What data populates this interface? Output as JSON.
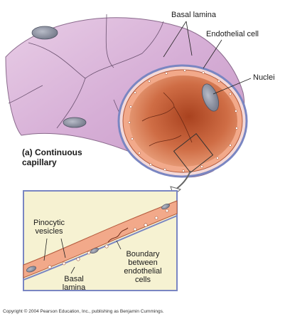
{
  "labels": {
    "basal_lamina_top": "Basal lamina",
    "endothelial_cell": "Endothelial cell",
    "nuclei": "Nuclei",
    "caption_line1": "(a) Continuous",
    "caption_line2": "capillary",
    "pinocytic_line1": "Pinocytic",
    "pinocytic_line2": "vesicles",
    "basal_lamina_inset_line1": "Basal",
    "basal_lamina_inset_line2": "lamina",
    "boundary_line1": "Boundary",
    "boundary_line2": "between",
    "boundary_line3": "endothelial",
    "boundary_line4": "cells"
  },
  "copyright": "Copyright © 2004 Pearson Education, Inc., publishing as Benjamin Cummings.",
  "colors": {
    "outer_wall": "#d9b5d8",
    "lumen": "#c8633c",
    "inset_bg": "#f6f2d2",
    "cell_layer": "#f2a98a",
    "lamina_edge": "#7a86c2"
  }
}
